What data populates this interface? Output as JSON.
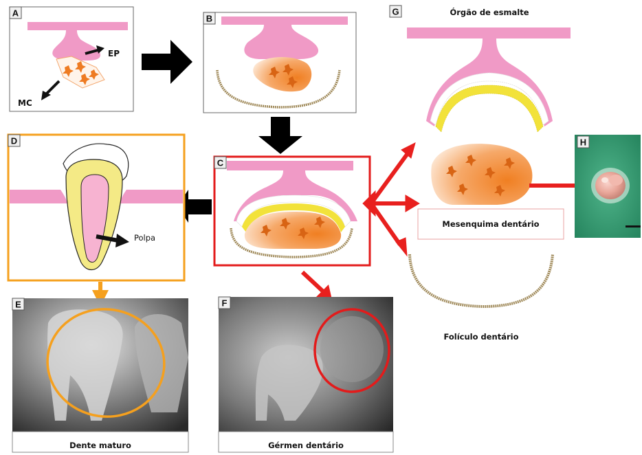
{
  "panels": {
    "A": {
      "letter": "A",
      "ep_label": "EP",
      "mc_label": "MC"
    },
    "B": {
      "letter": "B"
    },
    "C": {
      "letter": "C"
    },
    "D": {
      "letter": "D",
      "pulp_label": "Polpa"
    },
    "E": {
      "letter": "E",
      "caption": "Dente maturo"
    },
    "F": {
      "letter": "F",
      "caption": "Gérmen dentário"
    },
    "G": {
      "letter": "G",
      "enamel_organ_label": "Órgão de esmalte",
      "mesenchyme_label": "Mesenquima dentário",
      "follicle_label": "Folículo dentário"
    },
    "H": {
      "letter": "H"
    }
  },
  "colors": {
    "epithelium": "#f09ac6",
    "mesenchyme": "#f08a2c",
    "follicle": "#a08a5a",
    "enamel_yellow": "#f2e23a",
    "red_arrow": "#e8201e",
    "orange_frame": "#f5a01e",
    "red_frame": "#e31b1b"
  },
  "icons": [
    "right-arrow-icon",
    "down-arrow-icon",
    "left-arrow-icon",
    "red-arrow-icon",
    "orange-arrow-icon"
  ]
}
